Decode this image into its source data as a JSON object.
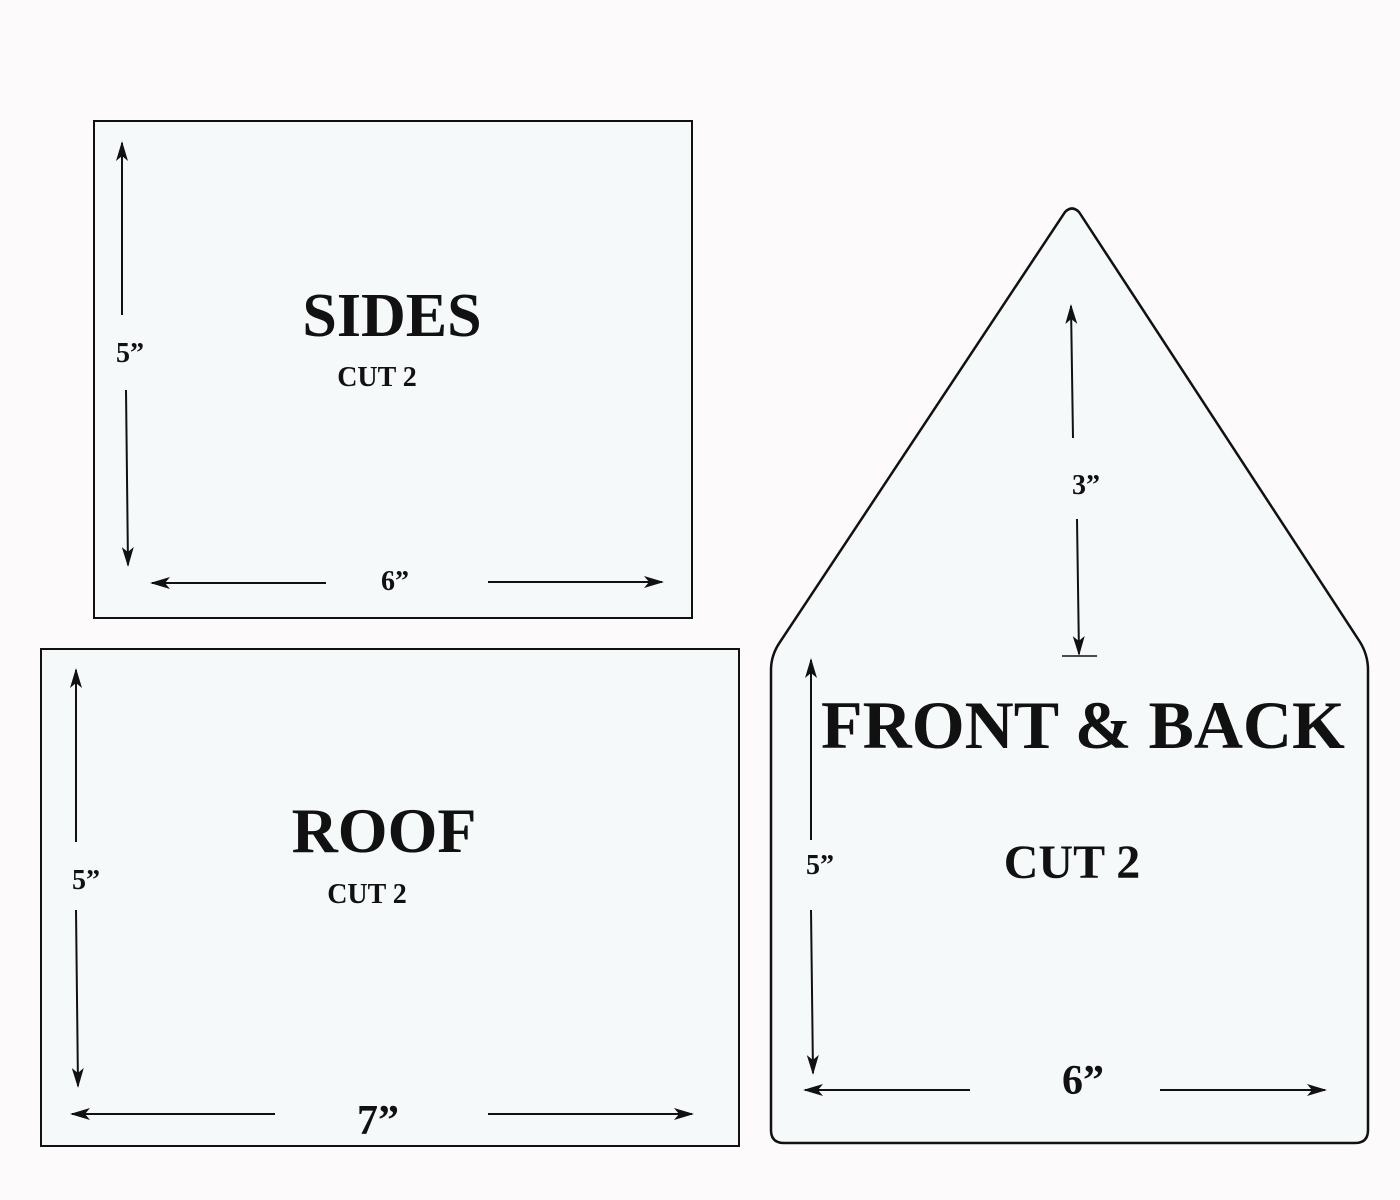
{
  "colors": {
    "background": "#fdfafb",
    "panel_fill": "#f5f9f9",
    "stroke": "#111111"
  },
  "pieces": {
    "sides": {
      "title": "SIDES",
      "cut": "CUT 2",
      "height": "5”",
      "width": "6”"
    },
    "roof": {
      "title": "ROOF",
      "cut": "CUT 2",
      "height": "5”",
      "width": "7”"
    },
    "front_back": {
      "title": "FRONT & BACK",
      "cut": "CUT 2",
      "gable_height": "3”",
      "height": "5”",
      "width": "6”"
    }
  }
}
